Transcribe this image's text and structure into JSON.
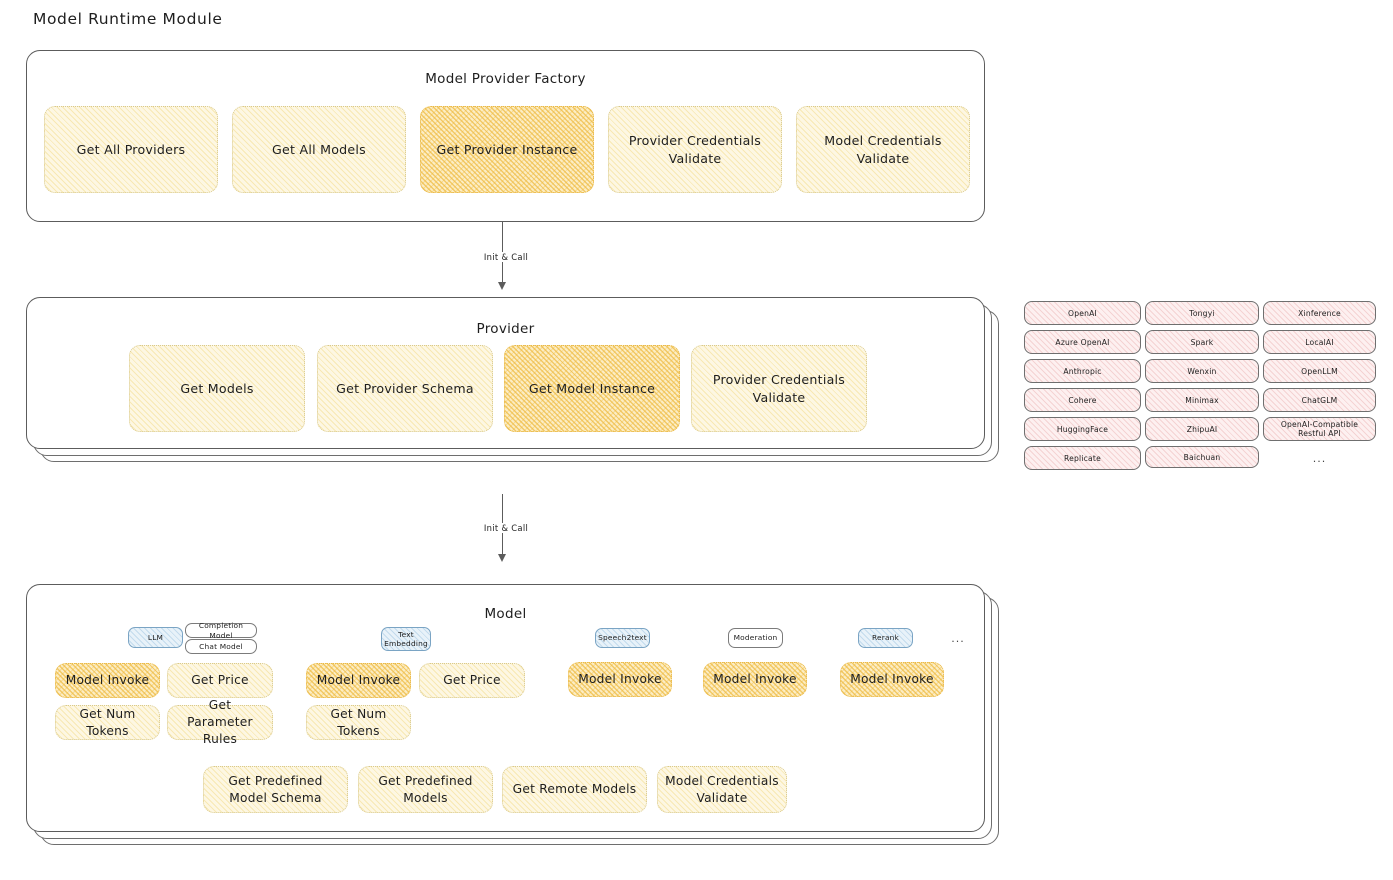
{
  "page": {
    "title": "Model Runtime Module"
  },
  "factory": {
    "title": "Model Provider Factory",
    "boxes": [
      {
        "label": "Get All Providers",
        "highlight": false
      },
      {
        "label": "Get All Models",
        "highlight": false
      },
      {
        "label": "Get Provider Instance",
        "highlight": true
      },
      {
        "label": "Provider Credentials Validate",
        "highlight": false
      },
      {
        "label": "Model Credentials Validate",
        "highlight": false
      }
    ]
  },
  "arrow1": {
    "label": "Init & Call"
  },
  "provider": {
    "title": "Provider",
    "boxes": [
      {
        "label": "Get Models",
        "highlight": false
      },
      {
        "label": "Get Provider Schema",
        "highlight": false
      },
      {
        "label": "Get Model Instance",
        "highlight": true
      },
      {
        "label": "Provider Credentials Validate",
        "highlight": false
      }
    ]
  },
  "arrow2": {
    "label": "Init & Call"
  },
  "providers_list": {
    "ellipsis": "...",
    "columns": [
      [
        "OpenAI",
        "Azure OpenAI",
        "Anthropic",
        "Cohere",
        "HuggingFace",
        "Replicate"
      ],
      [
        "Tongyi",
        "Spark",
        "Wenxin",
        "Minimax",
        "ZhipuAI",
        "Baichuan"
      ],
      [
        "Xinference",
        "LocalAI",
        "OpenLLM",
        "ChatGLM",
        "OpenAI-Compatible Restful API"
      ]
    ]
  },
  "model": {
    "title": "Model",
    "ellipsis": "...",
    "groups": [
      {
        "badge": "LLM",
        "badge_style": "blue",
        "sub_badges": [
          "Completion Model",
          "Chat Model"
        ],
        "boxes": [
          {
            "label": "Model Invoke",
            "highlight": true
          },
          {
            "label": "Get Price",
            "highlight": false
          },
          {
            "label": "Get Num Tokens",
            "highlight": false
          },
          {
            "label": "Get Parameter Rules",
            "highlight": false
          }
        ]
      },
      {
        "badge": "Text Embedding",
        "badge_style": "blue",
        "sub_badges": [],
        "boxes": [
          {
            "label": "Model Invoke",
            "highlight": true
          },
          {
            "label": "Get Price",
            "highlight": false
          },
          {
            "label": "Get Num Tokens",
            "highlight": false
          }
        ]
      },
      {
        "badge": "Speech2text",
        "badge_style": "blue",
        "sub_badges": [],
        "boxes": [
          {
            "label": "Model Invoke",
            "highlight": true
          }
        ]
      },
      {
        "badge": "Moderation",
        "badge_style": "plain",
        "sub_badges": [],
        "boxes": [
          {
            "label": "Model Invoke",
            "highlight": true
          }
        ]
      },
      {
        "badge": "Rerank",
        "badge_style": "blue",
        "sub_badges": [],
        "boxes": [
          {
            "label": "Model Invoke",
            "highlight": true
          }
        ]
      }
    ],
    "common_boxes": [
      {
        "label": "Get Predefined Model Schema"
      },
      {
        "label": "Get Predefined Models"
      },
      {
        "label": "Get Remote Models"
      },
      {
        "label": "Model Credentials Validate"
      }
    ]
  },
  "colors": {
    "panel_stroke": "#5c5c5c",
    "box_fill": "#fdf7e3",
    "box_stroke": "#d8c98d",
    "highlight_fill": "#fcedc4",
    "highlight_stroke": "#e9b949",
    "chip_fill": "#fdf0f0",
    "chip_stroke": "#6f6f6f",
    "badge_blue_fill": "#e8f2f9",
    "text": "#1e1e1e"
  }
}
